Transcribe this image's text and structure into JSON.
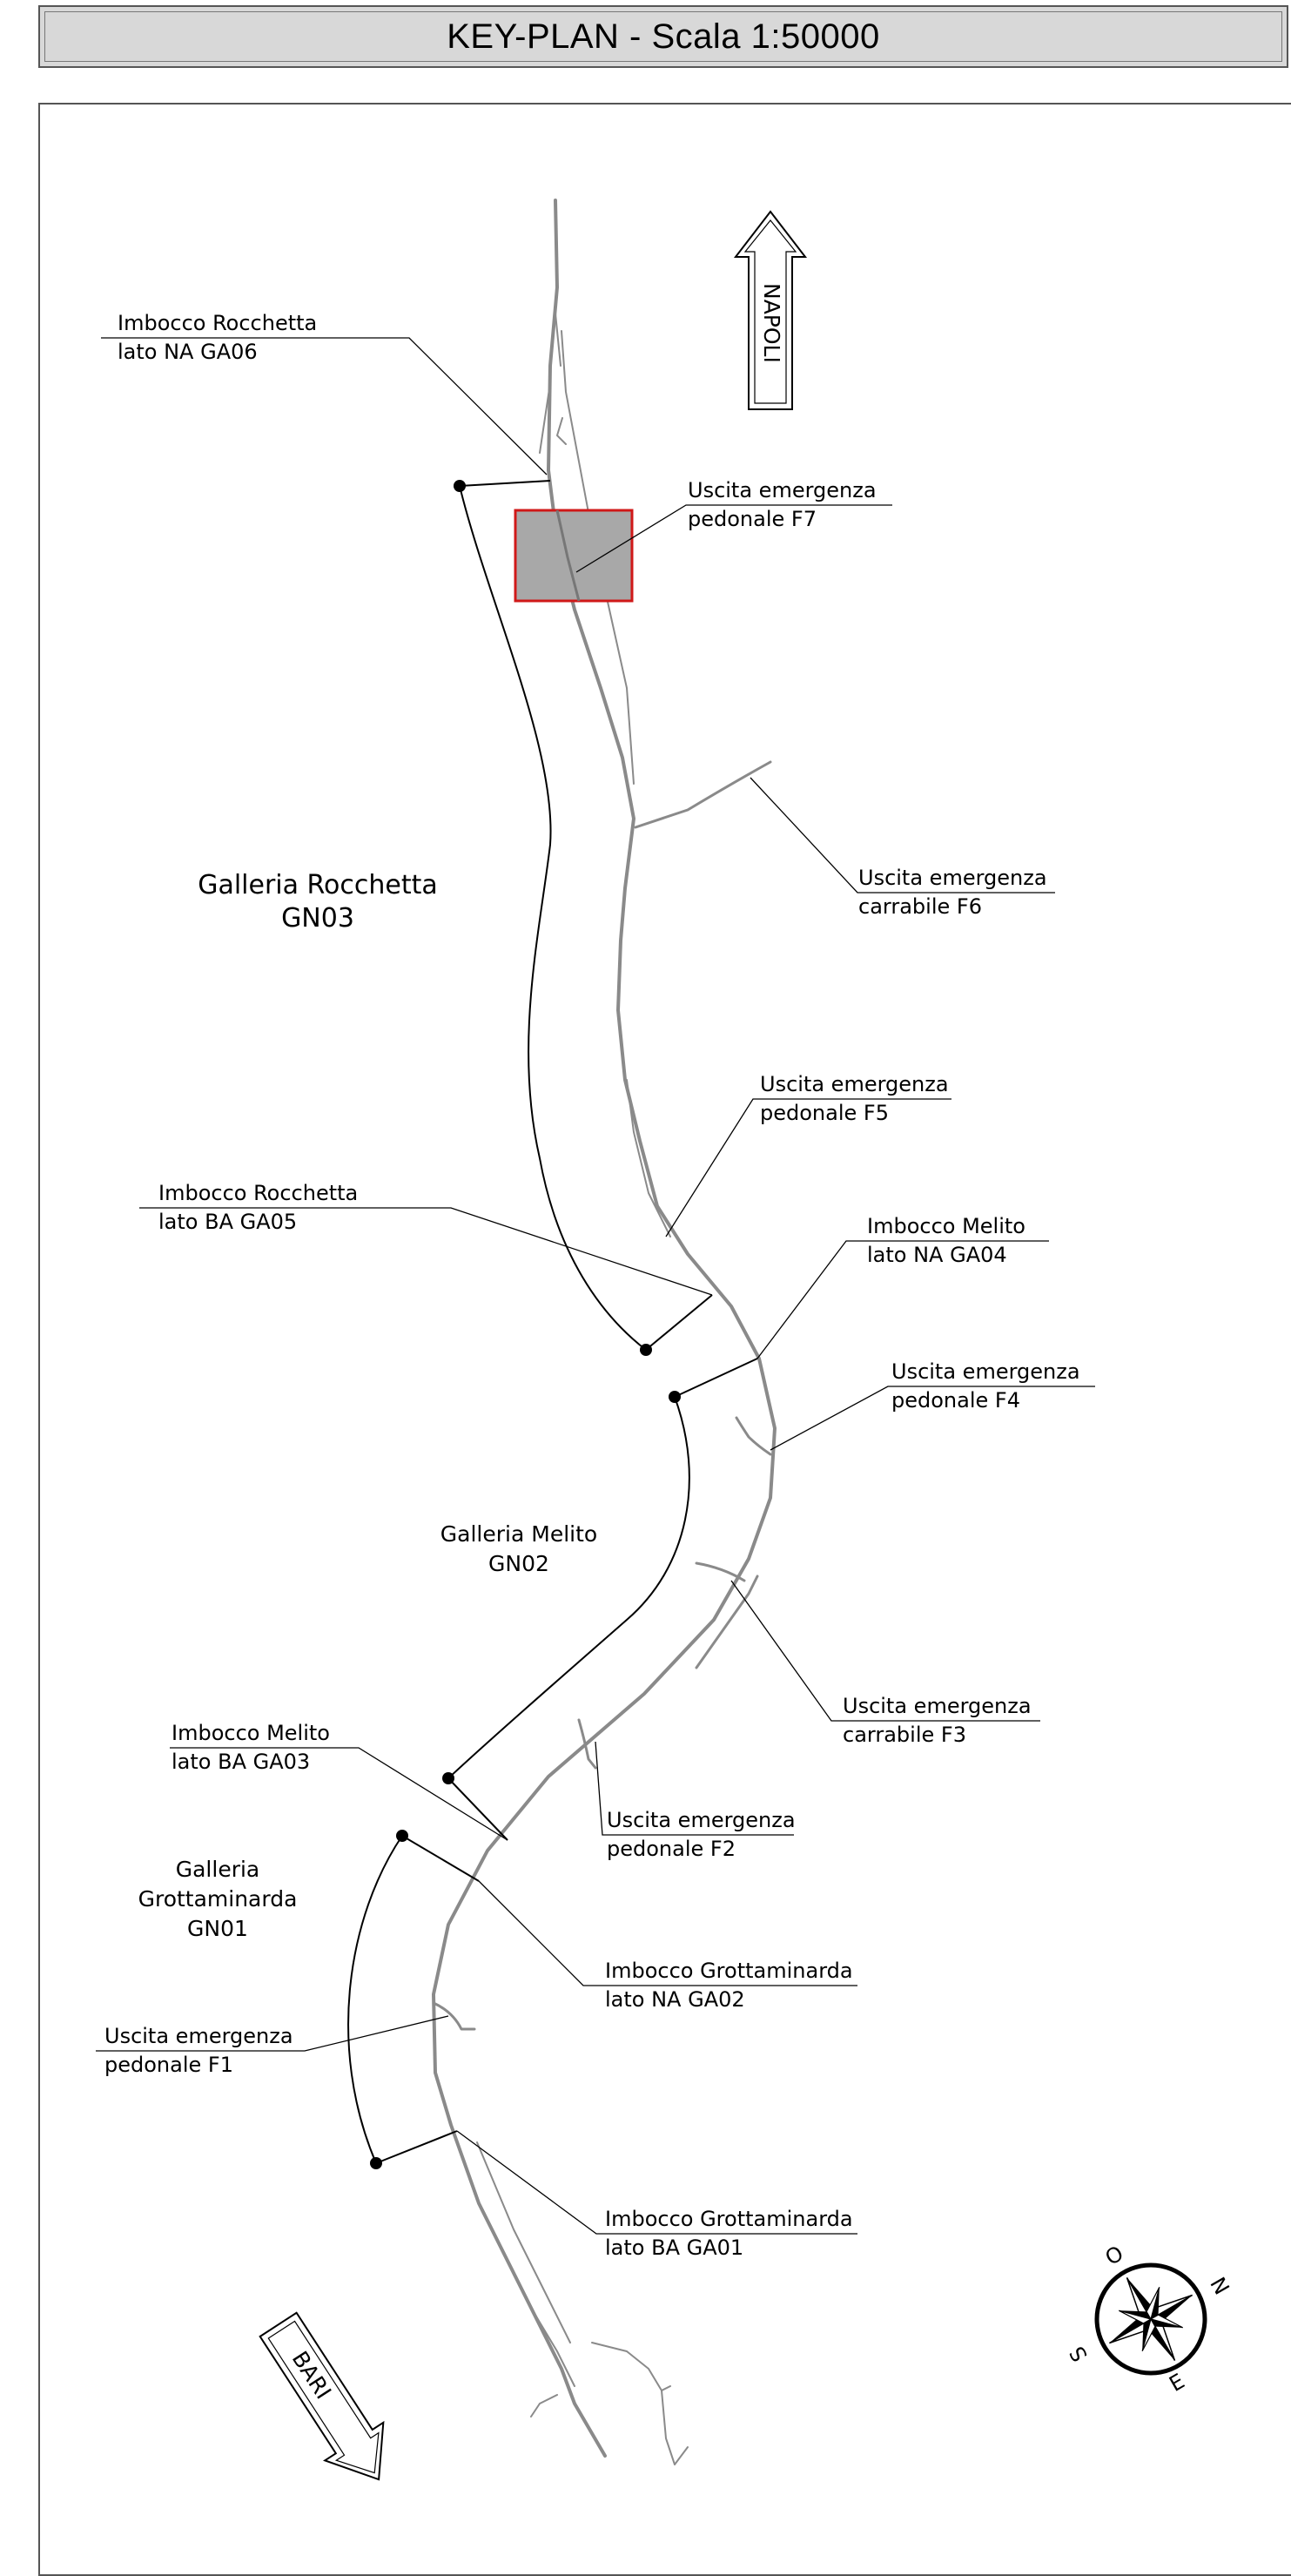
{
  "title": "KEY-PLAN - Scala 1:50000",
  "arrows": {
    "north_label": "NAPOLI",
    "south_label": "BARI"
  },
  "compass": {
    "n": "N",
    "e": "E",
    "s": "S",
    "o": "O"
  },
  "tunnels": [
    {
      "line1": "Galleria Rocchetta",
      "line2": "GN03",
      "line3": ""
    },
    {
      "line1": "Galleria Melito",
      "line2": "GN02",
      "line3": ""
    },
    {
      "line1": "Galleria",
      "line2": "Grottaminarda",
      "line3": "GN01"
    }
  ],
  "callouts": [
    {
      "line1": "Imbocco Rocchetta",
      "line2": "lato NA GA06"
    },
    {
      "line1": "Uscita emergenza",
      "line2": "pedonale F7"
    },
    {
      "line1": "Uscita emergenza",
      "line2": "carrabile F6"
    },
    {
      "line1": "Uscita emergenza",
      "line2": "pedonale F5"
    },
    {
      "line1": "Imbocco Rocchetta",
      "line2": "lato BA GA05"
    },
    {
      "line1": "Imbocco Melito",
      "line2": "lato NA GA04"
    },
    {
      "line1": "Uscita emergenza",
      "line2": "pedonale F4"
    },
    {
      "line1": "Uscita emergenza",
      "line2": "carrabile F3"
    },
    {
      "line1": "Imbocco Melito",
      "line2": "lato BA GA03"
    },
    {
      "line1": "Uscita emergenza",
      "line2": "pedonale F2"
    },
    {
      "line1": "Imbocco Grottaminarda",
      "line2": "lato NA GA02"
    },
    {
      "line1": "Uscita emergenza",
      "line2": "pedonale F1"
    },
    {
      "line1": "Imbocco Grottaminarda",
      "line2": "lato BA GA01"
    }
  ]
}
